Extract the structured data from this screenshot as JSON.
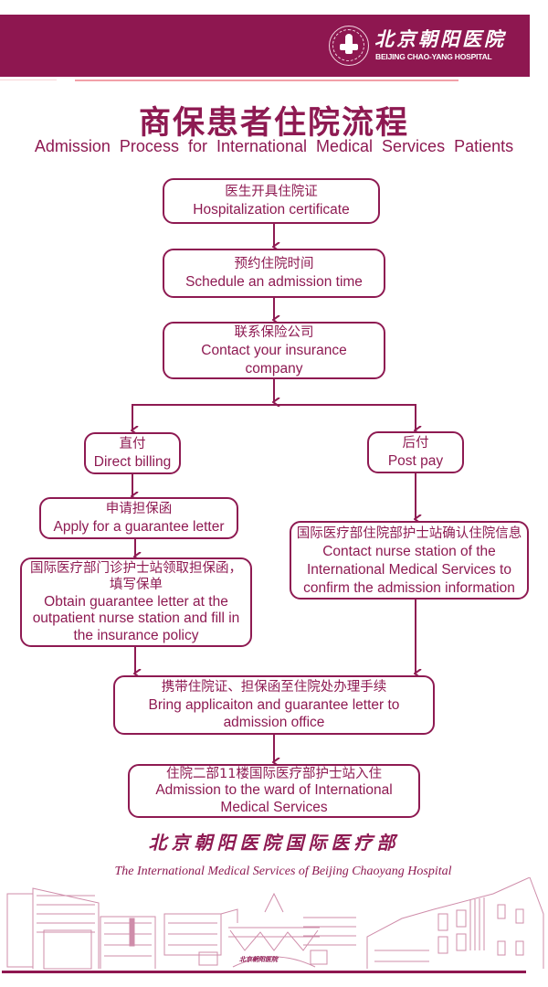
{
  "header": {
    "hospital_name_cn": "北京朝阳医院",
    "hospital_name_en": "BEIJING CHAO-YANG HOSPITAL",
    "brand_color": "#8e1750",
    "accent_line_color": "#f2a0a8"
  },
  "title": {
    "cn": "商保患者住院流程",
    "en": "Admission Process for International Medical Services Patients"
  },
  "flow": {
    "nodes": [
      {
        "id": "hospitalization-certificate",
        "cn": "医生开具住院证",
        "en": "Hospitalization certificate"
      },
      {
        "id": "schedule-admission",
        "cn": "预约住院时间",
        "en": "Schedule an admission time"
      },
      {
        "id": "contact-insurance",
        "cn": "联系保险公司",
        "en": "Contact your insurance company"
      },
      {
        "id": "direct-billing",
        "cn": "直付",
        "en": "Direct billing"
      },
      {
        "id": "post-pay",
        "cn": "后付",
        "en": "Post pay"
      },
      {
        "id": "apply-guarantee-letter",
        "cn": "申请担保函",
        "en": "Apply for a guarantee letter"
      },
      {
        "id": "obtain-guarantee-letter",
        "cn": "国际医疗部门诊护士站领取担保函，填写保单",
        "en": "Obtain guarantee letter at the outpatient nurse station and fill in the insurance policy"
      },
      {
        "id": "contact-nurse-station",
        "cn": "国际医疗部住院部护士站确认住院信息",
        "en": "Contact nurse station of the International Medical Services to confirm the admission information"
      },
      {
        "id": "admission-office",
        "cn": "携带住院证、担保函至住院处办理手续",
        "en": "Bring applicaiton and guarantee letter to admission office"
      },
      {
        "id": "ward-admission",
        "cn": "住院二部11楼国际医疗部护士站入住",
        "en": "Admission to the ward of International Medical Services"
      }
    ],
    "edges": [
      [
        "hospitalization-certificate",
        "schedule-admission"
      ],
      [
        "schedule-admission",
        "contact-insurance"
      ],
      [
        "contact-insurance",
        "direct-billing"
      ],
      [
        "contact-insurance",
        "post-pay"
      ],
      [
        "direct-billing",
        "apply-guarantee-letter"
      ],
      [
        "apply-guarantee-letter",
        "obtain-guarantee-letter"
      ],
      [
        "post-pay",
        "contact-nurse-station"
      ],
      [
        "obtain-guarantee-letter",
        "admission-office"
      ],
      [
        "contact-nurse-station",
        "admission-office"
      ],
      [
        "admission-office",
        "ward-admission"
      ]
    ]
  },
  "footer": {
    "department_cn": "北京朝阳医院国际医疗部",
    "department_en": "The International Medical Services of Beijing Chaoyang Hospital",
    "gate_sign": "北京朝阳医院"
  }
}
